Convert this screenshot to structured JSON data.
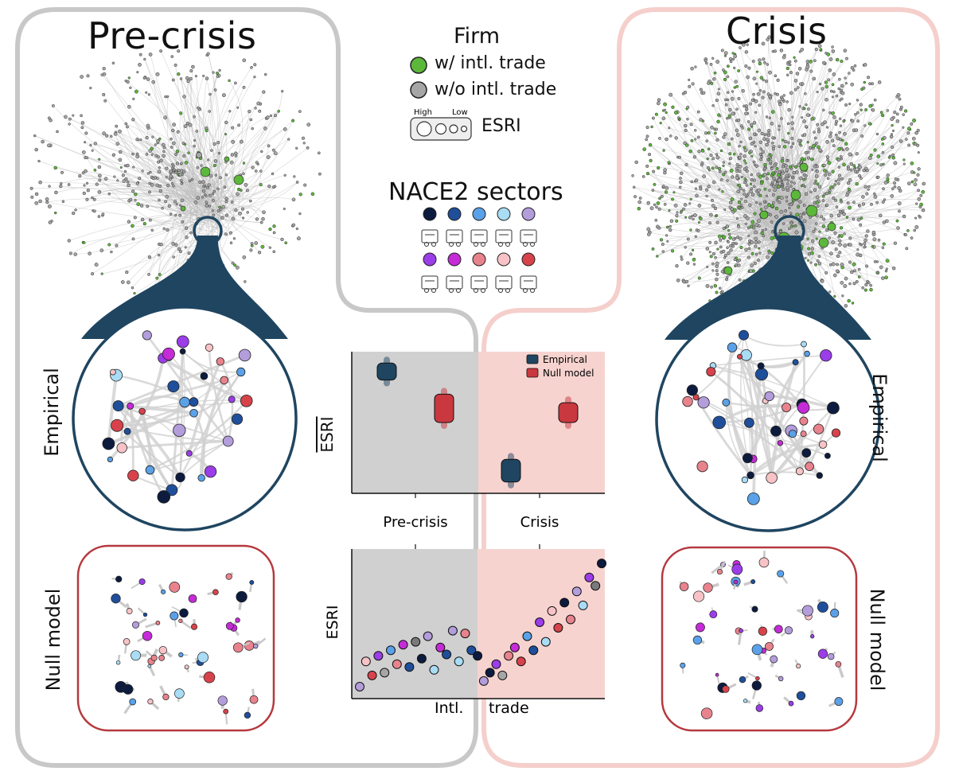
{
  "left_panel": {
    "title": "Pre-crisis",
    "label_empirical": "Empirical",
    "label_null": "Null model"
  },
  "right_panel": {
    "title": "Crisis",
    "label_empirical": "Empirical",
    "label_null": "Null model"
  },
  "legend": {
    "firm_title": "Firm",
    "with_trade": "w/ intl. trade",
    "without_trade": "w/o intl. trade",
    "esri_high": "High",
    "esri_low": "Low",
    "esri_label": "ESRI",
    "sectors_title": "NACE2 sectors",
    "sector_colors_row1": [
      "#0d1b3e",
      "#1f4f9b",
      "#5aa1e8",
      "#a9dcf5",
      "#b39ddb"
    ],
    "sector_colors_row2": [
      "#9b3de8",
      "#c52bd6",
      "#e8838d",
      "#f7c3c6",
      "#d8434b"
    ],
    "sector_icons_row1": [
      "mining-icon",
      "manufacturing-icon",
      "lab-icon",
      "innovation-icon",
      "cart-icon"
    ],
    "sector_icons_row2": [
      "services-icon",
      "power-tower-icon",
      "logistics-icon",
      "transport-icon",
      "delivery-truck-icon"
    ]
  },
  "colors": {
    "precrisis_border": "#c8c8c8",
    "crisis_border": "#f5cfcb",
    "node_trade": "#5cb83a",
    "node_notrade": "#a6a6a6",
    "circle_stroke": "#1f4560",
    "null_box_stroke": "#b5393e",
    "empirical_fill": "#1f4560",
    "null_fill": "#c9383f"
  },
  "chart_top": {
    "ylabel": "ESRI (mean)",
    "legend": [
      "Empirical",
      "Null model"
    ],
    "xticks": [
      "Pre-crisis",
      "Crisis"
    ]
  },
  "chart_bottom": {
    "ylabel": "ESRI",
    "xlabel_left": "Intl.",
    "xlabel_right": "trade"
  },
  "chart_data": [
    {
      "type": "box",
      "categories": [
        "Pre-crisis",
        "Crisis"
      ],
      "series": [
        {
          "name": "Empirical",
          "median": [
            0.86,
            0.16
          ],
          "q1": [
            0.8,
            0.08
          ],
          "q3": [
            0.92,
            0.24
          ]
        },
        {
          "name": "Null model",
          "median": [
            0.6,
            0.56
          ],
          "q1": [
            0.5,
            0.5
          ],
          "q3": [
            0.7,
            0.64
          ]
        }
      ],
      "ylabel": "ESRI (mean)",
      "ylim": [
        0,
        1
      ]
    },
    {
      "type": "scatter",
      "xlabel": "Intl. trade",
      "ylabel": "ESRI",
      "series": [
        {
          "name": "Pre-crisis",
          "x": [
            1,
            2,
            3,
            4,
            5,
            6,
            7,
            8,
            9,
            10,
            11,
            12,
            13,
            14,
            15,
            16,
            17,
            18,
            19,
            20
          ],
          "y": [
            0.04,
            0.22,
            0.12,
            0.26,
            0.14,
            0.3,
            0.2,
            0.34,
            0.18,
            0.36,
            0.24,
            0.4,
            0.16,
            0.32,
            0.27,
            0.44,
            0.22,
            0.42,
            0.3,
            0.26
          ],
          "colors": [
            "#b39ddb",
            "#f7c3c6",
            "#d8434b",
            "#9b3de8",
            "#a6a6a6",
            "#5aa1e8",
            "#e8838d",
            "#c52bd6",
            "#1f4f9b",
            "#7a7a7a",
            "#0d1b3e",
            "#b39ddb",
            "#a9dcf5",
            "#c52bd6",
            "#1f4f9b",
            "#b39ddb",
            "#a9dcf5",
            "#e8838d",
            "#1f4f9b",
            "#0d1b3e"
          ]
        },
        {
          "name": "Crisis",
          "x": [
            21,
            22,
            23,
            24,
            25,
            26,
            27,
            28,
            29,
            30,
            31,
            32,
            33,
            34,
            35,
            36,
            37,
            38,
            39,
            40
          ],
          "y": [
            0.08,
            0.14,
            0.2,
            0.12,
            0.26,
            0.32,
            0.22,
            0.4,
            0.3,
            0.5,
            0.36,
            0.58,
            0.46,
            0.64,
            0.52,
            0.72,
            0.62,
            0.82,
            0.76,
            0.92
          ],
          "colors": [
            "#b39ddb",
            "#0d1b3e",
            "#9b3de8",
            "#a6a6a6",
            "#e8838d",
            "#c52bd6",
            "#d8434b",
            "#5aa1e8",
            "#1f4f9b",
            "#9b3de8",
            "#a9dcf5",
            "#f7c3c6",
            "#d8434b",
            "#0d1b3e",
            "#e8838d",
            "#b39ddb",
            "#a9dcf5",
            "#9b3de8",
            "#7a7a7a",
            "#0d1b3e"
          ]
        }
      ],
      "ylim": [
        0,
        1
      ]
    }
  ]
}
